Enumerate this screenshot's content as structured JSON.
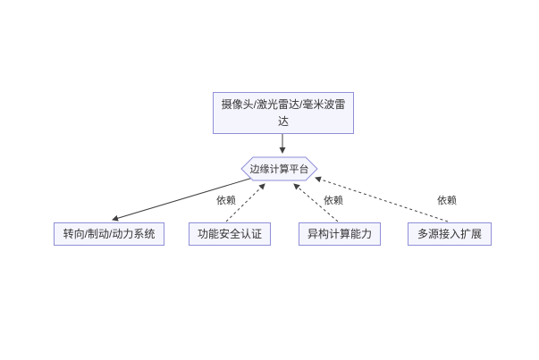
{
  "diagram": {
    "title": "edge-computing-platform-dependency-diagram",
    "nodes": {
      "sensors": {
        "label": "摄像头/激光雷达/毫米波雷达",
        "shape": "rectangle"
      },
      "platform": {
        "label": "边缘计算平台",
        "shape": "hexagon"
      },
      "drive": {
        "label": "转向/制动/动力系统",
        "shape": "rectangle"
      },
      "safety": {
        "label": "功能安全认证",
        "shape": "rectangle"
      },
      "hetero": {
        "label": "异构计算能力",
        "shape": "rectangle"
      },
      "multi": {
        "label": "多源接入扩展",
        "shape": "rectangle"
      }
    },
    "edges": {
      "sensors_to_platform": {
        "style": "solid",
        "label": ""
      },
      "platform_to_drive": {
        "style": "solid",
        "label": ""
      },
      "safety_to_platform": {
        "style": "dashed",
        "label": "依赖"
      },
      "hetero_to_platform": {
        "style": "dashed",
        "label": "依赖"
      },
      "multi_to_platform": {
        "style": "dashed",
        "label": "依赖"
      }
    },
    "colors": {
      "node_fill": "#f5f5fd",
      "node_border": "#8f8fd9",
      "line": "#404040",
      "text": "#333333",
      "background": "#ffffff"
    }
  }
}
